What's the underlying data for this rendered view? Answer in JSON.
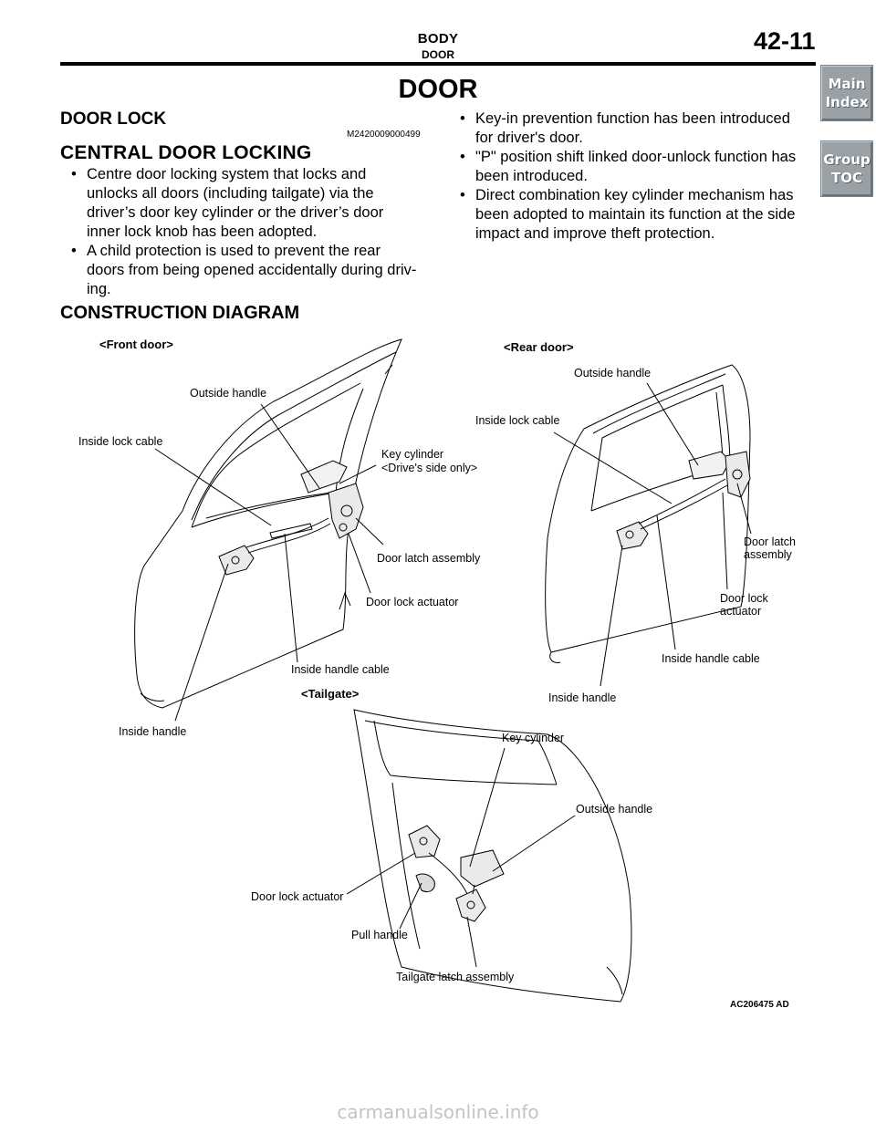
{
  "header": {
    "section": "BODY",
    "subsection": "DOOR",
    "page_number": "42-11"
  },
  "nav": {
    "main_index": [
      "Main",
      "Index"
    ],
    "group_toc": [
      "Group",
      "TOC"
    ]
  },
  "page_title": "DOOR",
  "door_lock": {
    "heading": "DOOR LOCK",
    "doc_id": "M2420009000499"
  },
  "central": {
    "heading": "CENTRAL DOOR LOCKING",
    "bullets_left": [
      [
        "Centre door locking system that locks and",
        "unlocks all doors (including tailgate) via the",
        "driver’s door key cylinder or the driver’s door",
        "inner lock knob has been adopted."
      ],
      [
        "A child protection is used to prevent the rear",
        "doors from being opened accidentally during driv-",
        "ing."
      ]
    ],
    "bullets_right": [
      [
        "Key-in prevention function has been introduced",
        "for driver's door."
      ],
      [
        "\"P\" position shift linked door-unlock function has",
        "been introduced."
      ],
      [
        "Direct combination key cylinder mechanism has",
        "been adopted to maintain its function at the side",
        "impact and improve theft protection."
      ]
    ],
    "bullet_glyph": "•"
  },
  "construction": {
    "heading": "CONSTRUCTION DIAGRAM",
    "front_door": {
      "title": "<Front door>",
      "labels": {
        "outside_handle": "Outside handle",
        "inside_lock_cable": "Inside lock cable",
        "key_cylinder": "Key cylinder",
        "key_cylinder_note": "<Drive's side only>",
        "door_latch_assembly": "Door latch assembly",
        "door_lock_actuator": "Door lock actuator",
        "inside_handle_cable": "Inside handle cable",
        "inside_handle": "Inside handle"
      }
    },
    "rear_door": {
      "title": "<Rear door>",
      "labels": {
        "outside_handle": "Outside handle",
        "inside_lock_cable": "Inside lock cable",
        "door_latch_1": "Door latch",
        "door_latch_2": "assembly",
        "door_lock_1": "Door lock",
        "door_lock_2": "actuator",
        "inside_handle_cable": "Inside handle cable",
        "inside_handle": "Inside handle"
      }
    },
    "tailgate": {
      "title": "<Tailgate>",
      "labels": {
        "key_cylinder": "Key cylinder",
        "outside_handle": "Outside handle",
        "door_lock_actuator": "Door lock actuator",
        "pull_handle": "Pull handle",
        "tailgate_latch_assembly": "Tailgate latch assembly"
      }
    },
    "figure_id": "AC206475 AD"
  },
  "watermark": "carmanualsonline.info"
}
